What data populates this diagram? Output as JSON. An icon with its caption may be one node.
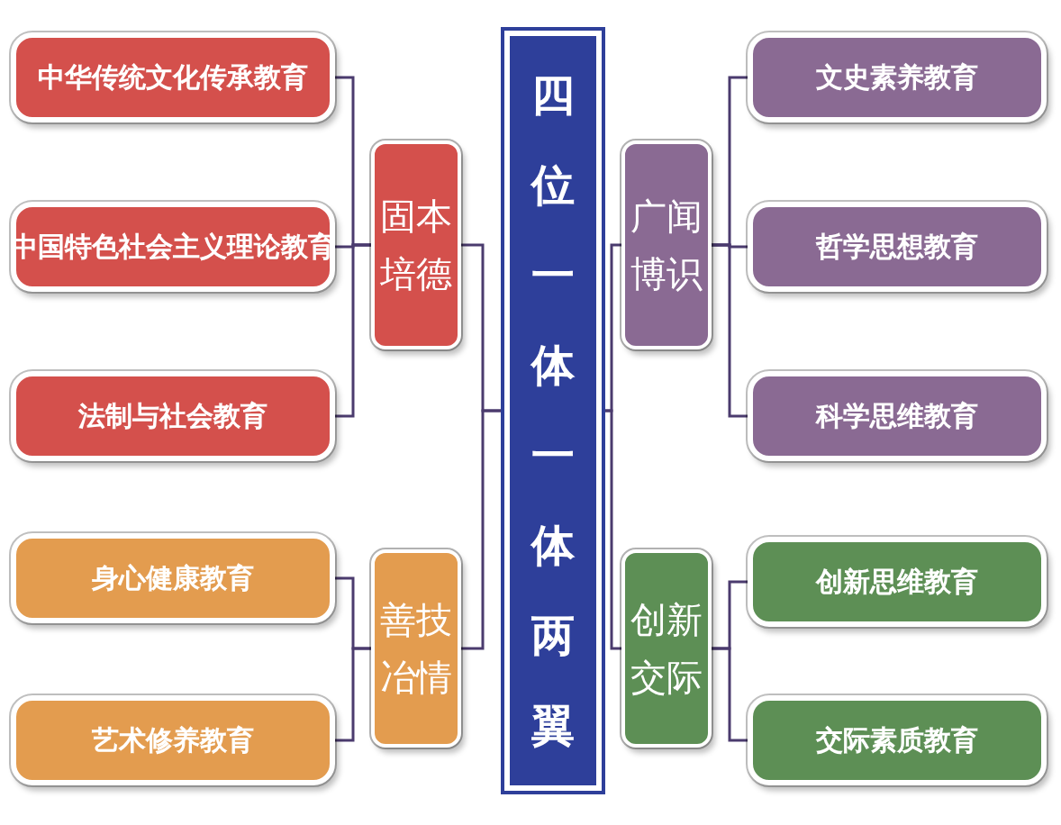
{
  "diagram": {
    "nodes": [
      {
        "text": [
          "四位一体一体两翼"
        ]
      },
      {
        "text": [
          "固本培德"
        ]
      },
      {
        "text": [
          "中华传统文化传承教育"
        ]
      },
      {
        "text": [
          "中国特色社会主义理论教育"
        ]
      },
      {
        "text": [
          "法制与社会教育"
        ]
      },
      {
        "text": [
          "善技冶情"
        ]
      },
      {
        "text": [
          "身心健康教育"
        ]
      },
      {
        "text": [
          "艺术修养教育"
        ]
      },
      {
        "text": [
          "广闻博识"
        ]
      },
      {
        "text": [
          "文史素养教育"
        ]
      },
      {
        "text": [
          "哲学思想教育"
        ]
      },
      {
        "text": [
          "科学思维教育"
        ]
      },
      {
        "text": [
          "创新交际"
        ]
      },
      {
        "text": [
          "创新思维教育"
        ]
      },
      {
        "text": [
          "交际素质教育"
        ]
      }
    ],
    "edges": [
      {
        "from": 0,
        "to": 1,
        "arrow": "none"
      },
      {
        "from": 1,
        "to": 2,
        "arrow": "none"
      },
      {
        "from": 1,
        "to": 3,
        "arrow": "none"
      },
      {
        "from": 1,
        "to": 4,
        "arrow": "none"
      },
      {
        "from": 0,
        "to": 5,
        "arrow": "none"
      },
      {
        "from": 5,
        "to": 6,
        "arrow": "none"
      },
      {
        "from": 5,
        "to": 7,
        "arrow": "none"
      },
      {
        "from": 0,
        "to": 8,
        "arrow": "none"
      },
      {
        "from": 8,
        "to": 9,
        "arrow": "none"
      },
      {
        "from": 8,
        "to": 10,
        "arrow": "none"
      },
      {
        "from": 8,
        "to": 11,
        "arrow": "none"
      },
      {
        "from": 0,
        "to": 12,
        "arrow": "none"
      },
      {
        "from": 12,
        "to": 13,
        "arrow": "none"
      },
      {
        "from": 12,
        "to": 14,
        "arrow": "none"
      }
    ]
  }
}
